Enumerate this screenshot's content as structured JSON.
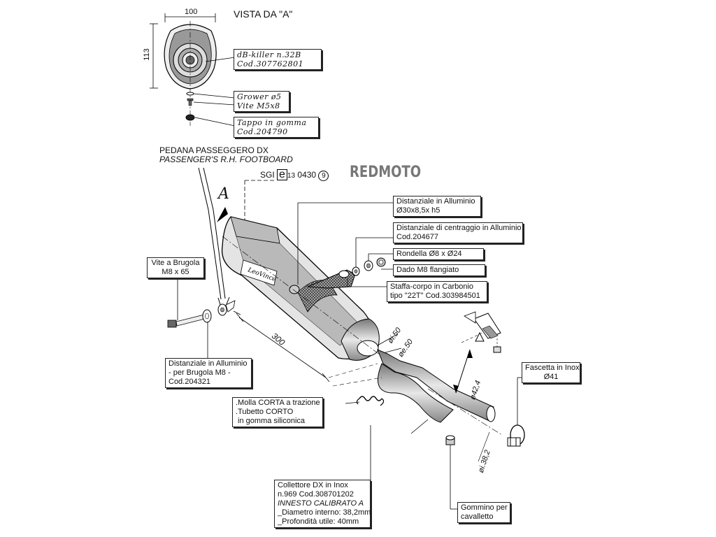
{
  "view_title": "VISTA DA \"A\"",
  "brand": "REDMOTO",
  "view_arrow_letter": "A",
  "dimensions": {
    "width": "100",
    "height": "113",
    "length": "300",
    "inner_50": "øi.50",
    "outer_50": "øe.50",
    "d424": "ø42,4",
    "d382": "øi.38,2"
  },
  "homologation": {
    "prefix": "SGI",
    "e_mark": "e",
    "e_number": "13",
    "code": "0430",
    "circle": "9"
  },
  "footboard": {
    "it": "PEDANA PASSEGGERO DX",
    "en": "PASSENGER'S R.H. FOOTBOARD"
  },
  "labels": {
    "db_killer": [
      "dB-killer n.32B",
      "Cod.307762801"
    ],
    "grower": [
      "Grower ø5",
      "Vite M5x8"
    ],
    "tappo": [
      "Tappo in gomma",
      "Cod.204790"
    ],
    "distanziale_alluminio": [
      "Distanziale in Alluminio",
      "Ø30x8,5x h5"
    ],
    "distanziale_centraggio": [
      "Distanziale di centraggio in Alluminio",
      "Cod.204677"
    ],
    "rondella": "Rondella Ø8 x Ø24",
    "dado": "Dado M8 flangiato",
    "staffa": [
      "Staffa-corpo in Carbonio",
      "tipo \"22T\"  Cod.303984501"
    ],
    "vite_brugola": [
      "Vite a Brugola",
      "M8 x 65"
    ],
    "distanziale_brugola": [
      "Distanziale in Alluminio",
      "- per Brugola M8 -",
      "Cod.204321"
    ],
    "molla": [
      ".Molla CORTA a trazione",
      ".Tubetto CORTO",
      " in gomma siliconica"
    ],
    "fascetta": [
      "Fascetta in Inox",
      "Ø41"
    ],
    "collettore": [
      "Collettore DX in Inox",
      "n.969  Cod.308701202",
      "INNESTO CALIBRATO A",
      "_Diametro interno: 38,2mm",
      "_Profondità utile: 40mm"
    ],
    "gommino": [
      "Gommino per",
      "cavalletto"
    ]
  }
}
